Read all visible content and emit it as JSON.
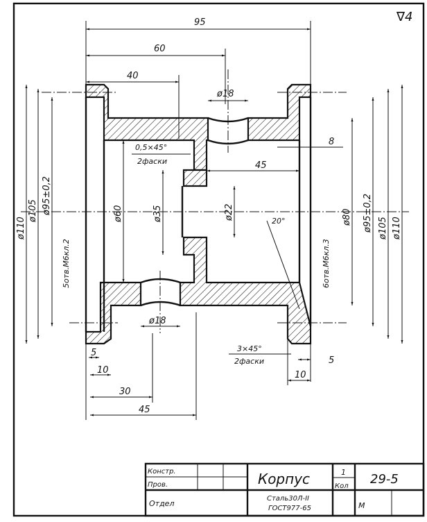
{
  "surface_finish": "∇4",
  "dimensions": {
    "len_95": "95",
    "len_60": "60",
    "len_40": "40",
    "hole_top": "ø18",
    "hole_bottom": "ø18",
    "left_d110": "ø110",
    "left_d105": "ø105",
    "left_d95": "ø95±0,2",
    "d60": "ø60",
    "d35": "ø35",
    "d22": "ø22",
    "right_d80": "ø80",
    "right_d95": "ø95±0,2",
    "right_d105": "ø105",
    "right_d110": "ø110",
    "len_45_inner": "45",
    "len_8": "8",
    "angle": "20°",
    "left_5": "5",
    "left_10": "10",
    "left_30": "30",
    "left_45": "45",
    "right_5": "5",
    "right_10": "10"
  },
  "notes": {
    "chamfer_small": "0,5×45°",
    "chamfer_small_count": "2фаски",
    "chamfer_large": "3×45°",
    "chamfer_large_count": "2фаски",
    "holes_left": "5отв.М6кл.2",
    "holes_right": "6отв.М6кл.3"
  },
  "title_block": {
    "designer_label": "Констр.",
    "checker_label": "Пров.",
    "department_label": "Отдел",
    "part_name": "Корпус",
    "quantity": "1",
    "quantity_label": "Кол",
    "drawing_number": "29-5",
    "material_line1": "Сталь30Л-II",
    "material_line2": "ГОСТ977-65",
    "scale_label": "М"
  }
}
